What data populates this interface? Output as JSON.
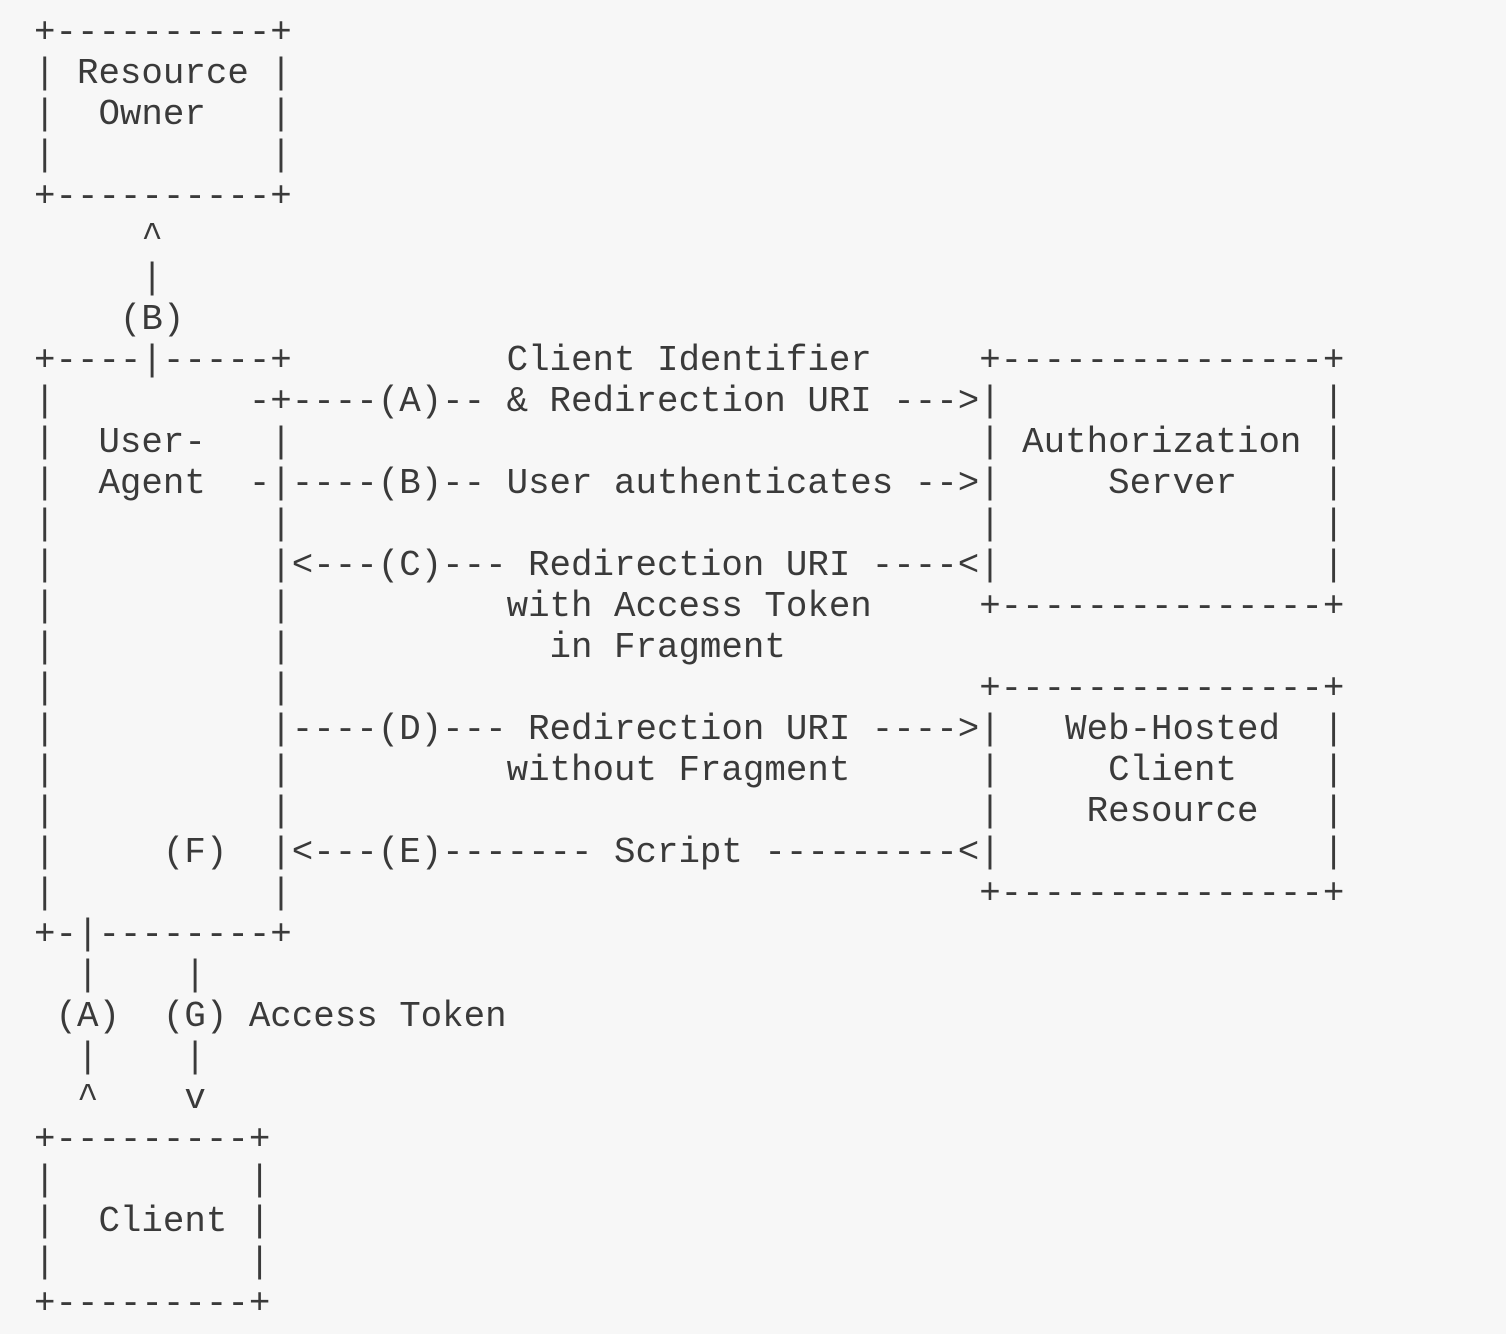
{
  "lines": [
    "+----------+",
    "| Resource |",
    "|  Owner   |",
    "|          |",
    "+----------+",
    "     ^",
    "     |",
    "    (B)",
    "+----|-----+          Client Identifier     +---------------+",
    "|         -+----(A)-- & Redirection URI --->|               |",
    "|  User-   |                                | Authorization |",
    "|  Agent  -|----(B)-- User authenticates -->|     Server    |",
    "|          |                                |               |",
    "|          |<---(C)--- Redirection URI ----<|               |",
    "|          |          with Access Token     +---------------+",
    "|          |            in Fragment",
    "|          |                                +---------------+",
    "|          |----(D)--- Redirection URI ---->|   Web-Hosted  |",
    "|          |          without Fragment      |     Client    |",
    "|          |                                |    Resource   |",
    "|     (F)  |<---(E)------- Script ---------<|               |",
    "|          |                                +---------------+",
    "+-|--------+",
    "  |    |",
    " (A)  (G) Access Token",
    "  |    |",
    "  ^    v",
    "+---------+",
    "|         |",
    "|  Client |",
    "|         |",
    "+---------+"
  ]
}
